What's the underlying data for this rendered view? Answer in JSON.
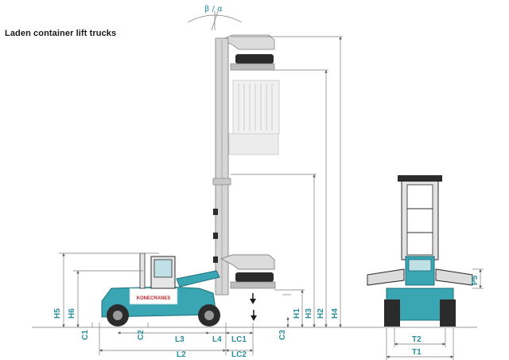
{
  "title": "Laden container lift trucks",
  "brand": "KONECRANES",
  "angle_label": "β / α",
  "dims": {
    "h5": "H5",
    "h6": "H6",
    "c1": "C1",
    "c2": "C2",
    "l3": "L3",
    "l4": "L4",
    "lc1": "LC1",
    "c3": "C3",
    "h1": "H1",
    "h3": "H3",
    "h2": "H2",
    "h4": "H4",
    "l2": "L2",
    "lc2": "LC2",
    "p5": "P5",
    "t2": "T2",
    "t1": "T1"
  },
  "colors": {
    "teal": "#3aa6b4",
    "dim": "#2a8e9c",
    "frame": "#c9c9c9",
    "dark": "#2b2b2b",
    "accent": "#c0282d"
  }
}
